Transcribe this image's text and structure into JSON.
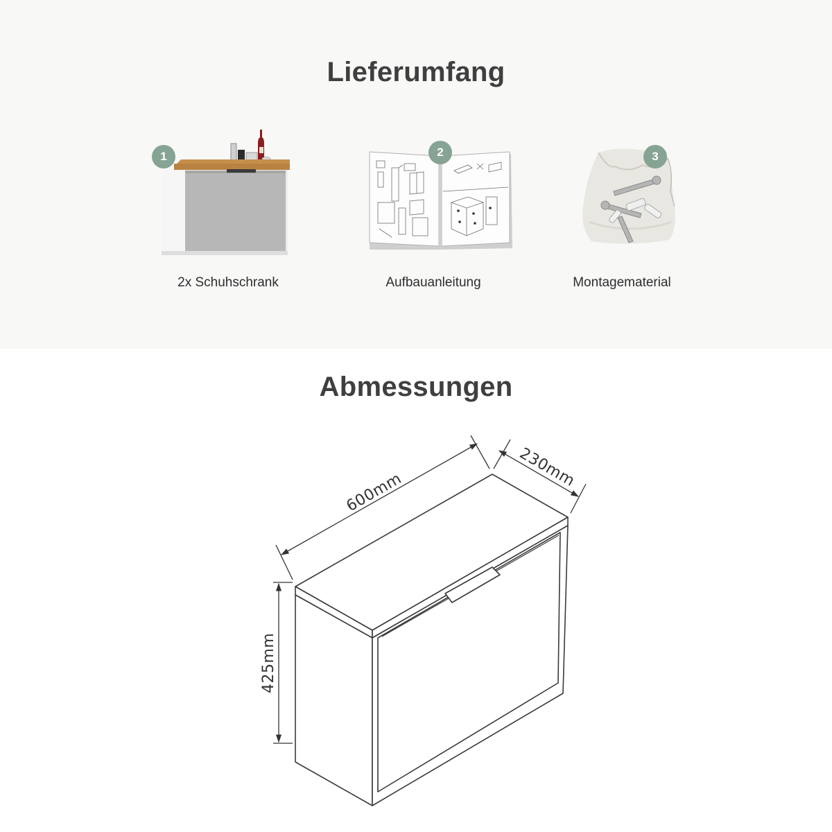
{
  "delivery": {
    "title": "Lieferumfang",
    "items": [
      {
        "number": "1",
        "label": "2x Schuhschrank"
      },
      {
        "number": "2",
        "label": "Aufbauanleitung"
      },
      {
        "number": "3",
        "label": "Montagematerial"
      }
    ]
  },
  "dimensions": {
    "title": "Abmessungen",
    "width_label": "600mm",
    "depth_label": "230mm",
    "height_label": "425mm"
  },
  "colors": {
    "badge": "#86a393",
    "section_background": "#f8f8f7",
    "cabinet_top": "#c08b4a",
    "cabinet_front": "#b7b7b7"
  }
}
